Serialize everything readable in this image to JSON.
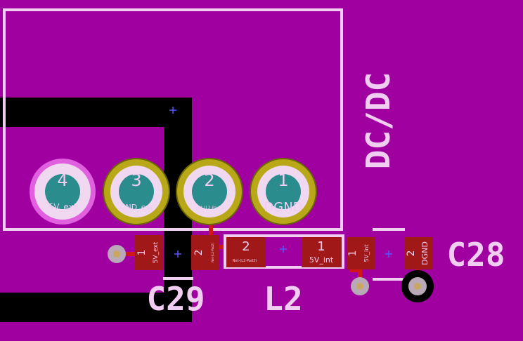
{
  "colors": {
    "board": "#a000a0",
    "silkscreen": "#f2cdf2",
    "copper_track": "#000000",
    "pad": "#a01818",
    "trace": "#d01818",
    "via_ring": "#b8a818",
    "hole": "#2a8c8c"
  },
  "module": {
    "ref": "DC/DC",
    "pins": [
      {
        "number": "4",
        "net": "5V_ext"
      },
      {
        "number": "3",
        "net": "GND_ext"
      },
      {
        "number": "2",
        "net": "Net-(L2-Pad2)"
      },
      {
        "number": "1",
        "net": "DGND"
      }
    ]
  },
  "c29": {
    "ref": "C29",
    "pad1": {
      "number": "1",
      "net": "5V_ext"
    },
    "pad2": {
      "number": "2",
      "net": "Net-(L2-Pad2)"
    }
  },
  "l2": {
    "ref": "L2",
    "pad2": {
      "number": "2",
      "net": "Net-(L2-Pad2)"
    },
    "pad1": {
      "number": "1",
      "net": "5V_int"
    }
  },
  "c28": {
    "ref": "C28",
    "pad1": {
      "number": "1",
      "net": "5V_int"
    },
    "pad2": {
      "number": "2",
      "net": "DGND"
    }
  }
}
